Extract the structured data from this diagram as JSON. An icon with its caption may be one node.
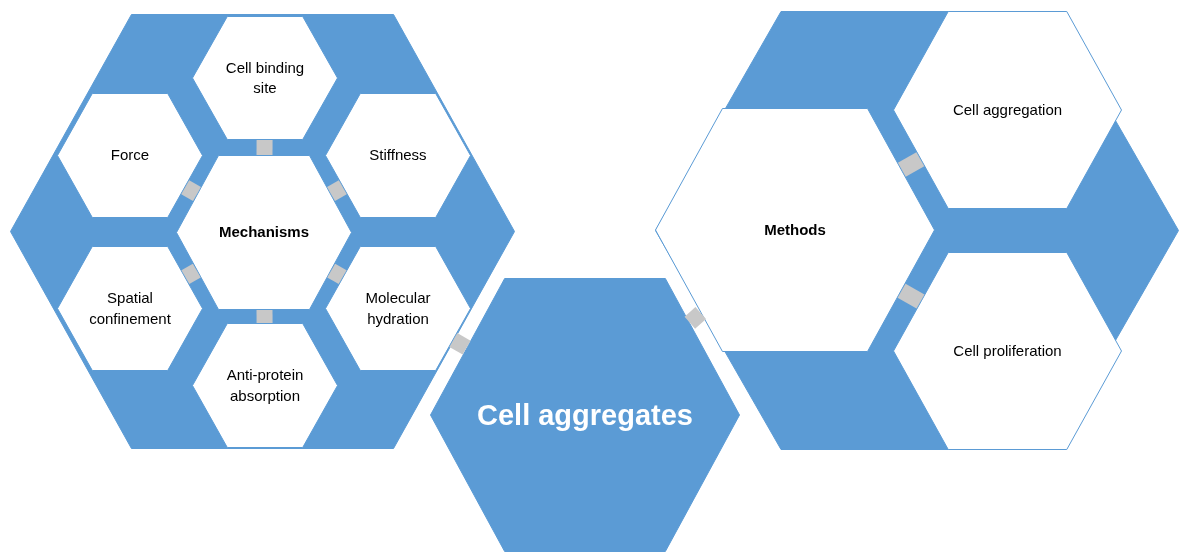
{
  "diagram": {
    "nodes": [
      {
        "text": [],
        "shape": "hexagon"
      },
      {
        "text": [
          "Cell binding site"
        ],
        "in": 0
      },
      {
        "text": [
          "Force"
        ],
        "in": 0
      },
      {
        "text": [
          "Stiffness"
        ],
        "in": 0
      },
      {
        "text": [
          "Mechanisms"
        ],
        "in": 0
      },
      {
        "text": [
          "Spatial confinement"
        ],
        "in": 0
      },
      {
        "text": [
          "Molecular hydration"
        ],
        "in": 0
      },
      {
        "text": [
          "Anti-protein absorption"
        ],
        "in": 0
      },
      {
        "text": [
          "Cell aggregates"
        ]
      },
      {
        "text": [],
        "shape": "hexagon"
      },
      {
        "text": [
          "Methods"
        ],
        "in": 9
      },
      {
        "text": [
          "Cell aggregation"
        ],
        "in": 9
      },
      {
        "text": [
          "Cell proliferation"
        ],
        "in": 9
      }
    ],
    "edges": [
      {
        "from": 4,
        "to": 1,
        "arrow": "none"
      },
      {
        "from": 4,
        "to": 2,
        "arrow": "none"
      },
      {
        "from": 4,
        "to": 3,
        "arrow": "none"
      },
      {
        "from": 4,
        "to": 5,
        "arrow": "none"
      },
      {
        "from": 4,
        "to": 6,
        "arrow": "none"
      },
      {
        "from": 4,
        "to": 7,
        "arrow": "none"
      },
      {
        "from": 6,
        "to": 8,
        "arrow": "none"
      },
      {
        "from": 8,
        "to": 10,
        "arrow": "none"
      },
      {
        "from": 10,
        "to": 11,
        "arrow": "none"
      },
      {
        "from": 10,
        "to": 12,
        "arrow": "none"
      }
    ]
  }
}
